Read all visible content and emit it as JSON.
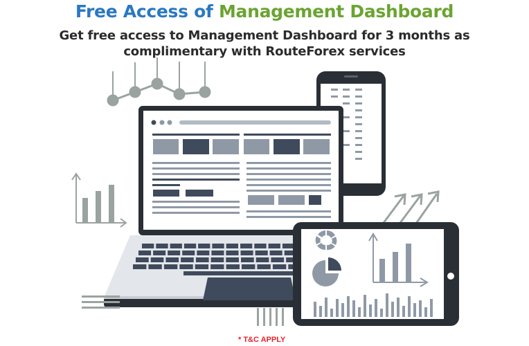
{
  "headline": {
    "part1": "Free Access of ",
    "part2": "Management Dashboard",
    "color_part1": "#2a78c2",
    "color_part2": "#6aa431"
  },
  "subheadline": {
    "line1": "Get free access to Management Dashboard for 3 months as",
    "line2": "complimentary with RouteForex services"
  },
  "disclaimer": "* T&C APPLY",
  "colors": {
    "device_frame": "#2a2f36",
    "ui_dark": "#3f4a5c",
    "ui_mid": "#8f99a6",
    "ui_light": "#b3bbc4",
    "chart_grey": "#9aa39f",
    "disclaimer_red": "#e4232b"
  }
}
